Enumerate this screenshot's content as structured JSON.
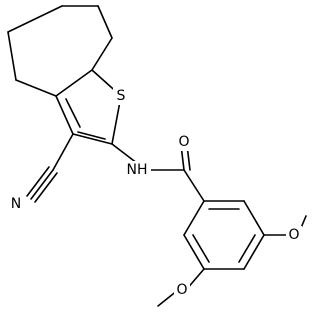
{
  "molecule": {
    "atoms": {
      "nitrile_n": "N",
      "amide_nh": "NH",
      "thiophene_s": "S",
      "carbonyl_o": "O",
      "methoxy_o_right": "O",
      "methoxy_o_bottom": "O"
    }
  },
  "colors": {
    "bond": "#000000",
    "text": "#000000",
    "background": "#ffffff"
  }
}
